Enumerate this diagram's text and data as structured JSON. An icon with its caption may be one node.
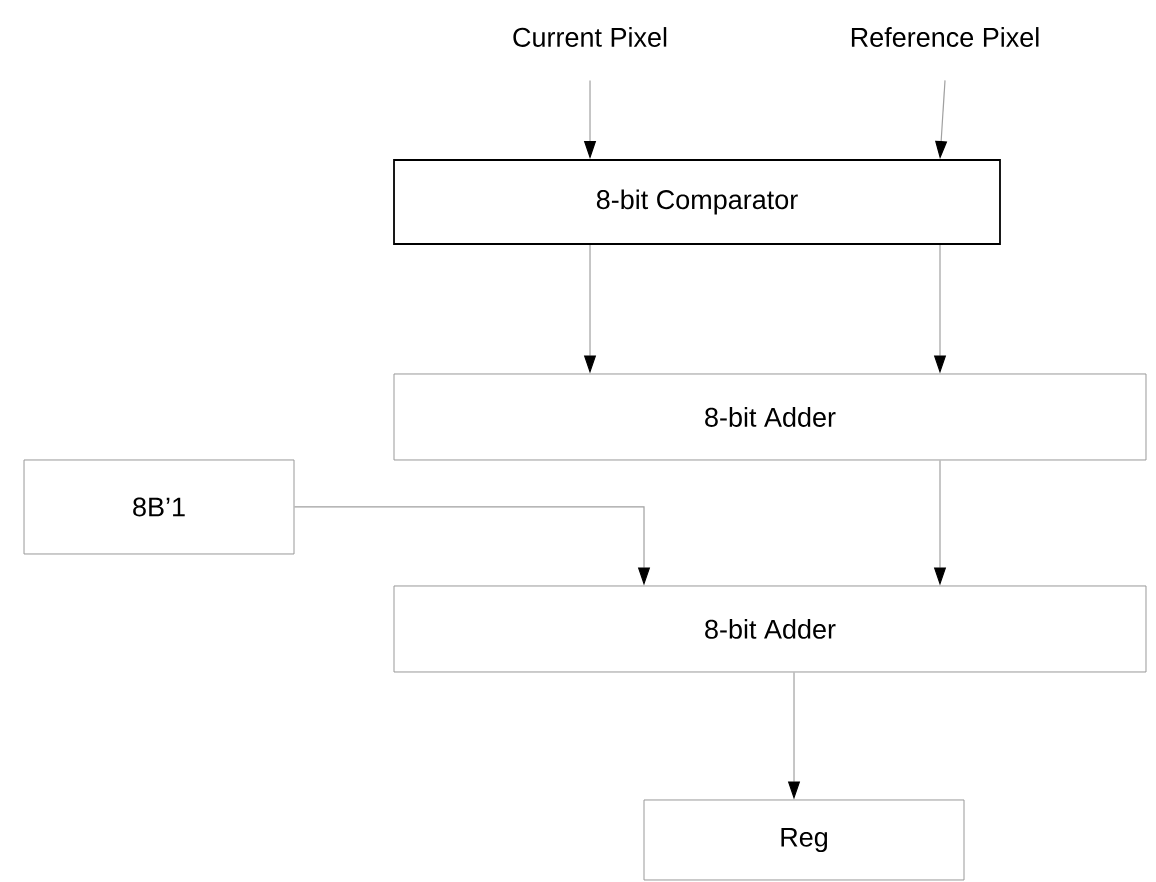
{
  "diagram": {
    "nodes": [
      {
        "text": [
          "Current Pixel"
        ]
      },
      {
        "text": [
          "Reference Pixel"
        ]
      },
      {
        "text": [
          "8-bit Comparator"
        ]
      },
      {
        "text": [
          "8-bit Adder"
        ]
      },
      {
        "text": [
          "8B’1"
        ]
      },
      {
        "text": [
          "8-bit Adder"
        ]
      },
      {
        "text": [
          "Reg"
        ]
      }
    ],
    "edges": [
      {
        "from": 0,
        "to": 2,
        "arrow": "to"
      },
      {
        "from": 1,
        "to": 2,
        "arrow": "to"
      },
      {
        "from": 2,
        "to": 3,
        "arrow": "to"
      },
      {
        "from": 2,
        "to": 3,
        "arrow": "to"
      },
      {
        "from": 3,
        "to": 5,
        "arrow": "to"
      },
      {
        "from": 4,
        "to": 5,
        "arrow": "to"
      },
      {
        "from": 5,
        "to": 6,
        "arrow": "to"
      }
    ]
  }
}
